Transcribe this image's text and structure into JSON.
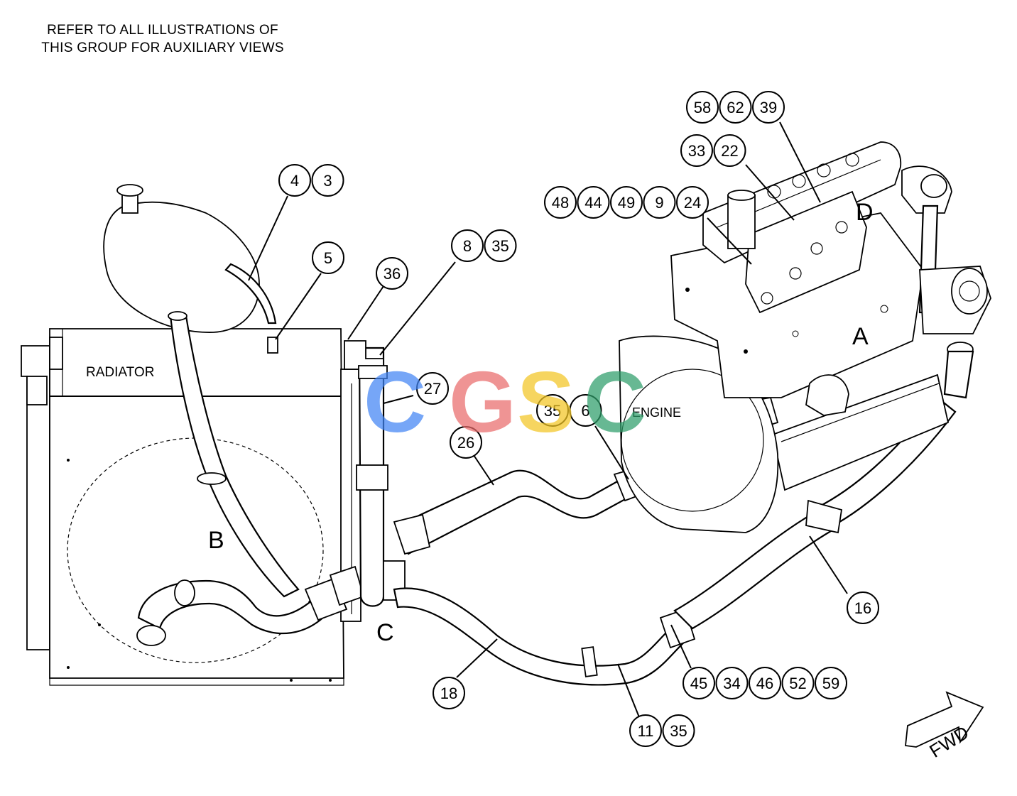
{
  "note": {
    "line1": "REFER TO ALL ILLUSTRATIONS OF",
    "line2": "THIS GROUP FOR AUXILIARY VIEWS"
  },
  "labels": {
    "radiator": "RADIATOR",
    "engine": "ENGINE",
    "view_a": "A",
    "view_b": "B",
    "view_c": "C",
    "view_d": "D",
    "fwd": "FWD"
  },
  "watermark": {
    "letters": [
      "C",
      "G",
      "S",
      "C"
    ],
    "colors": [
      "#4285f4",
      "#ea6b6b",
      "#f3c623",
      "#2e9e6a"
    ]
  },
  "callout_groups": [
    {
      "id": "g-58-62-39",
      "numbers": [
        "58",
        "62",
        "39"
      ]
    },
    {
      "id": "g-33-22",
      "numbers": [
        "33",
        "22"
      ]
    },
    {
      "id": "g-48-44-49-9-24",
      "numbers": [
        "48",
        "44",
        "49",
        "9",
        "24"
      ]
    },
    {
      "id": "g-4-3",
      "numbers": [
        "4",
        "3"
      ]
    },
    {
      "id": "g-5",
      "numbers": [
        "5"
      ]
    },
    {
      "id": "g-36",
      "numbers": [
        "36"
      ]
    },
    {
      "id": "g-8-35",
      "numbers": [
        "8",
        "35"
      ]
    },
    {
      "id": "g-27",
      "numbers": [
        "27"
      ]
    },
    {
      "id": "g-35-6",
      "numbers": [
        "35",
        "6"
      ]
    },
    {
      "id": "g-26",
      "numbers": [
        "26"
      ]
    },
    {
      "id": "g-16",
      "numbers": [
        "16"
      ]
    },
    {
      "id": "g-45-34-46-52-59",
      "numbers": [
        "45",
        "34",
        "46",
        "52",
        "59"
      ]
    },
    {
      "id": "g-18",
      "numbers": [
        "18"
      ]
    },
    {
      "id": "g-11-35",
      "numbers": [
        "11",
        "35"
      ]
    }
  ]
}
